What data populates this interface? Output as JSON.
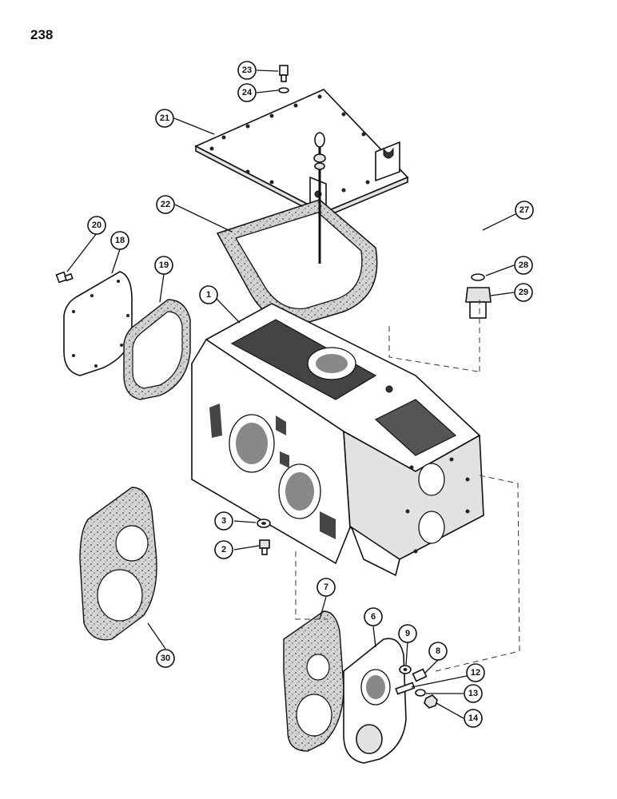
{
  "page_number": "238",
  "callouts": [
    "1",
    "2",
    "3",
    "6",
    "7",
    "8",
    "9",
    "12",
    "13",
    "14",
    "18",
    "19",
    "20",
    "21",
    "22",
    "23",
    "24",
    "27",
    "28",
    "29",
    "30"
  ]
}
